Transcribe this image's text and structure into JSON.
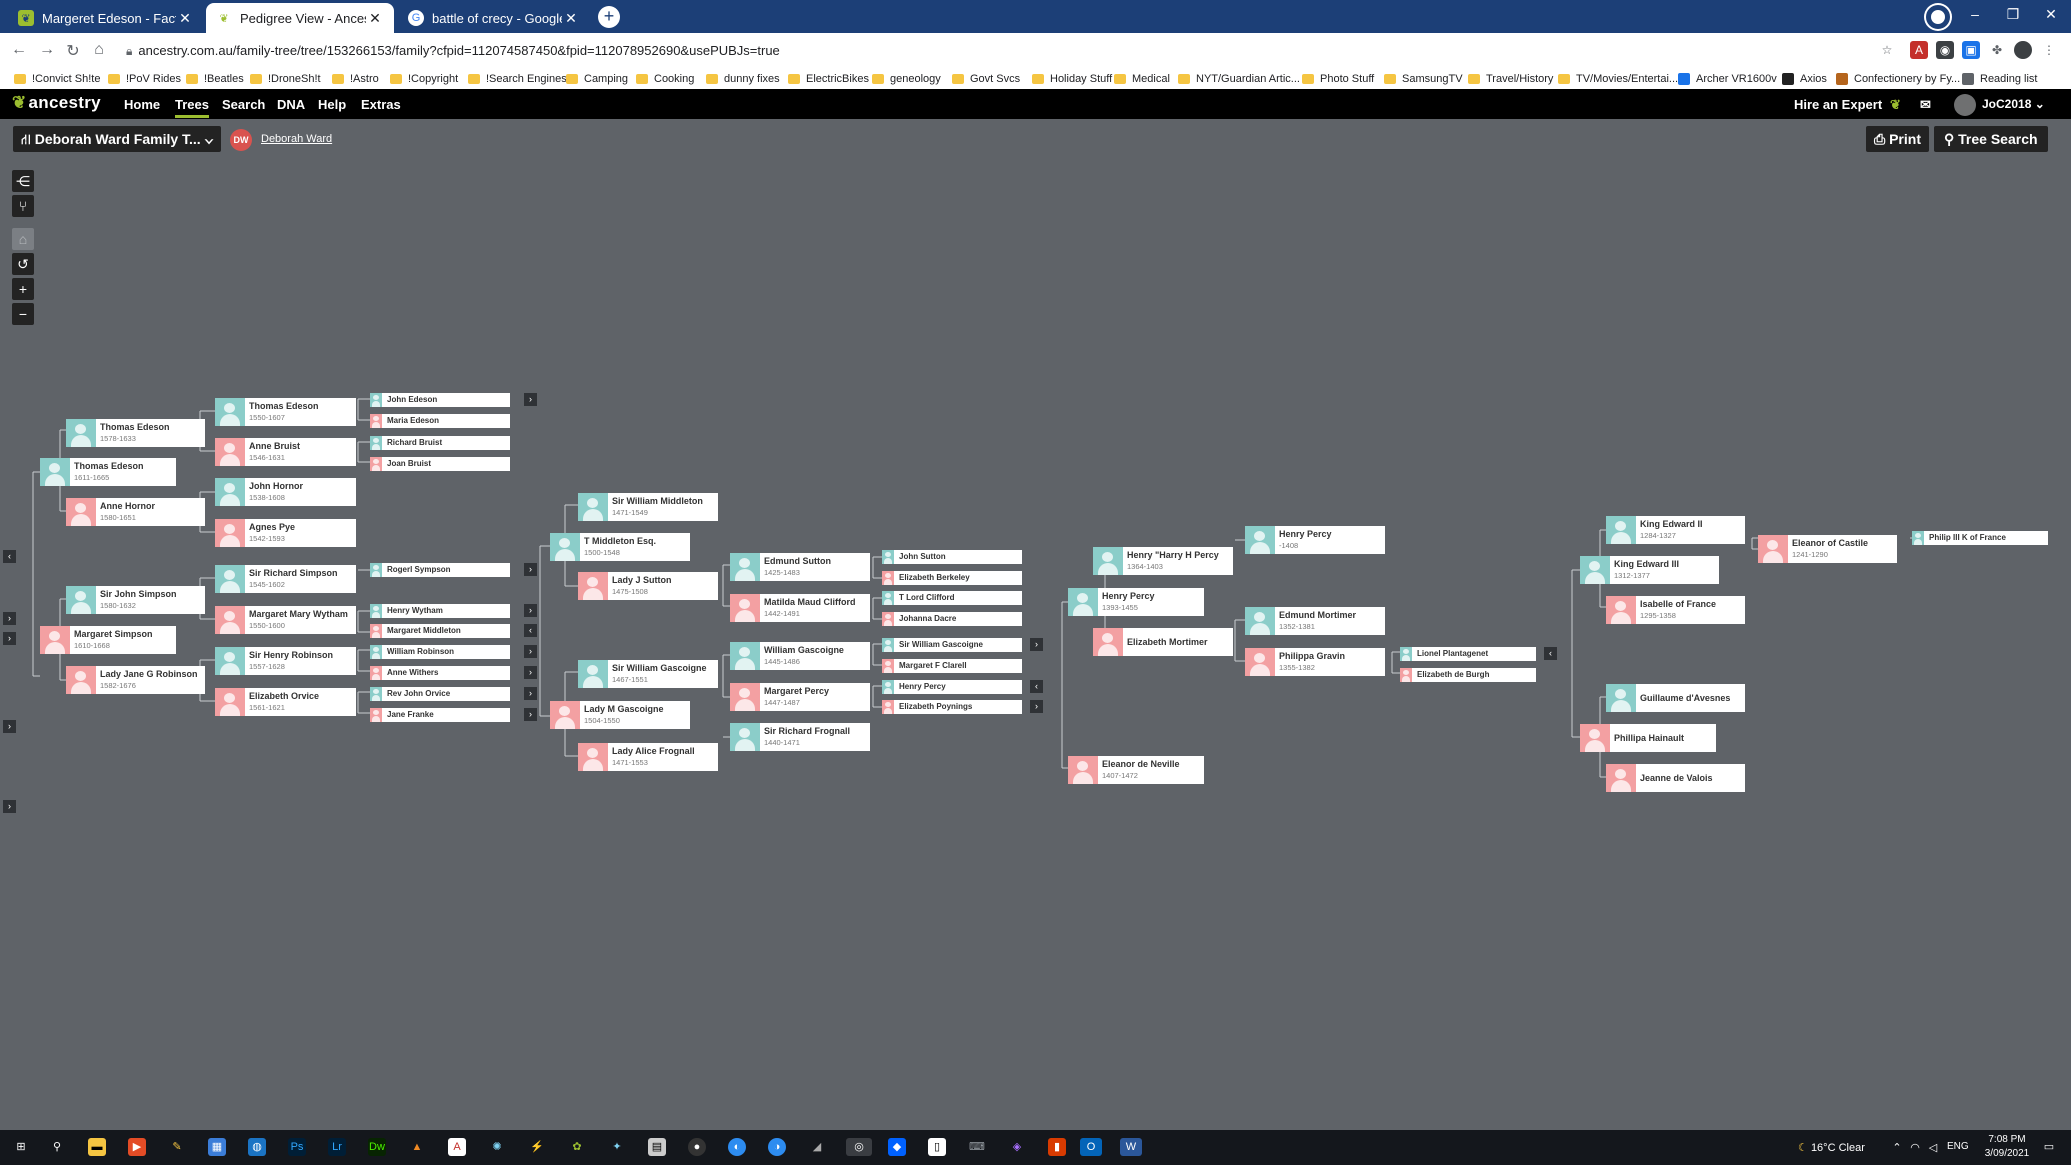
{
  "browser": {
    "tabs": [
      {
        "title": "Margeret Edeson - Facts",
        "active": false
      },
      {
        "title": "Pedigree View - Ancestry.com",
        "active": true
      },
      {
        "title": "battle of crecy - Google Search",
        "active": false
      }
    ],
    "new_tab_label": "+",
    "url": "ancestry.com.au/family-tree/tree/153266153/family?cfpid=112074587450&fpid=112078952690&usePUBJs=true",
    "bookmarks": [
      "!Convict Sh!te",
      "!PoV Rides",
      "!Beatles",
      "!DroneSh!t",
      "!Astro",
      "!Copyright",
      "!Search Engines",
      "Camping",
      "Cooking",
      "dunny fixes",
      "ElectricBikes",
      "geneology",
      "Govt Svcs",
      "Holiday Stuff",
      "Medical",
      "NYT/Guardian Artic...",
      "Photo Stuff",
      "SamsungTV",
      "Travel/History",
      "TV/Movies/Entertai...",
      "Archer VR1600v",
      "Axios",
      "Confectionery by Fy...",
      "Reading list"
    ]
  },
  "ancestry": {
    "logo": "ancestry",
    "nav": [
      "Home",
      "Trees",
      "Search",
      "DNA",
      "Help",
      "Extras"
    ],
    "active_nav": "Trees",
    "hire_expert": "Hire an Expert",
    "username": "JoC2018",
    "tree_name": "Deborah Ward Family T...",
    "home_initials": "DW",
    "home_person": "Deborah Ward",
    "print_label": "Print",
    "tree_search_label": "Tree Search"
  },
  "tree": {
    "people": [
      {
        "name": "Thomas Edeson",
        "dates": "1611-1665",
        "sex": "m"
      },
      {
        "name": "Thomas Edeson",
        "dates": "1578-1633",
        "sex": "m"
      },
      {
        "name": "Anne Hornor",
        "dates": "1580-1651",
        "sex": "f"
      },
      {
        "name": "Thomas Edeson",
        "dates": "1550-1607",
        "sex": "m"
      },
      {
        "name": "Anne Bruist",
        "dates": "1546-1631",
        "sex": "f"
      },
      {
        "name": "John Hornor",
        "dates": "1538-1608",
        "sex": "m"
      },
      {
        "name": "Agnes Pye",
        "dates": "1542-1593",
        "sex": "f"
      },
      {
        "name": "John Edeson",
        "dates": "",
        "sex": "m"
      },
      {
        "name": "Maria Edeson",
        "dates": "",
        "sex": "f"
      },
      {
        "name": "Richard Bruist",
        "dates": "",
        "sex": "m"
      },
      {
        "name": "Joan Bruist",
        "dates": "",
        "sex": "f"
      },
      {
        "name": "Margaret Simpson",
        "dates": "1610-1668",
        "sex": "f"
      },
      {
        "name": "Sir John Simpson",
        "dates": "1580-1632",
        "sex": "m"
      },
      {
        "name": "Lady Jane G Robinson",
        "dates": "1582-1676",
        "sex": "f"
      },
      {
        "name": "Sir Richard Simpson",
        "dates": "1545-1602",
        "sex": "m"
      },
      {
        "name": "Margaret Mary Wytham",
        "dates": "1550-1600",
        "sex": "f"
      },
      {
        "name": "Sir Henry Robinson",
        "dates": "1557-1628",
        "sex": "m"
      },
      {
        "name": "Elizabeth Orvice",
        "dates": "1561-1621",
        "sex": "f"
      },
      {
        "name": "Rogerl Sympson",
        "dates": "",
        "sex": "m"
      },
      {
        "name": "Henry Wytham",
        "dates": "",
        "sex": "m"
      },
      {
        "name": "Margaret Middleton",
        "dates": "",
        "sex": "f"
      },
      {
        "name": "William Robinson",
        "dates": "",
        "sex": "m"
      },
      {
        "name": "Anne Withers",
        "dates": "",
        "sex": "f"
      },
      {
        "name": "Rev John Orvice",
        "dates": "",
        "sex": "m"
      },
      {
        "name": "Jane Franke",
        "dates": "",
        "sex": "f"
      },
      {
        "name": "Sir William Middleton",
        "dates": "1471-1549",
        "sex": "m"
      },
      {
        "name": "T Middleton Esq.",
        "dates": "1500-1548",
        "sex": "m"
      },
      {
        "name": "Lady J Sutton",
        "dates": "1475-1508",
        "sex": "f"
      },
      {
        "name": "Sir William Gascoigne",
        "dates": "1467-1551",
        "sex": "m"
      },
      {
        "name": "Lady M Gascoigne",
        "dates": "1504-1550",
        "sex": "f"
      },
      {
        "name": "Lady Alice Frognall",
        "dates": "1471-1553",
        "sex": "f"
      },
      {
        "name": "Edmund Sutton",
        "dates": "1425-1483",
        "sex": "m"
      },
      {
        "name": "Matilda Maud Clifford",
        "dates": "1442-1491",
        "sex": "f"
      },
      {
        "name": "William Gascoigne",
        "dates": "1445-1486",
        "sex": "m"
      },
      {
        "name": "Margaret Percy",
        "dates": "1447-1487",
        "sex": "f"
      },
      {
        "name": "Sir Richard Frognall",
        "dates": "1440-1471",
        "sex": "m"
      },
      {
        "name": "John Sutton",
        "dates": "",
        "sex": "m"
      },
      {
        "name": "Elizabeth Berkeley",
        "dates": "",
        "sex": "f"
      },
      {
        "name": "T Lord Clifford",
        "dates": "",
        "sex": "m"
      },
      {
        "name": "Johanna Dacre",
        "dates": "",
        "sex": "f"
      },
      {
        "name": "Sir William Gascoigne",
        "dates": "",
        "sex": "m"
      },
      {
        "name": "Margaret F Clarell",
        "dates": "",
        "sex": "f"
      },
      {
        "name": "Henry Percy",
        "dates": "",
        "sex": "m"
      },
      {
        "name": "Elizabeth Poynings",
        "dates": "",
        "sex": "f"
      },
      {
        "name": "Henry \"Harry H Percy",
        "dates": "1364-1403",
        "sex": "m"
      },
      {
        "name": "Henry Percy",
        "dates": "1393-1455",
        "sex": "m"
      },
      {
        "name": "Elizabeth Mortimer",
        "dates": "",
        "sex": "f"
      },
      {
        "name": "Eleanor de Neville",
        "dates": "1407-1472",
        "sex": "f"
      },
      {
        "name": "Henry Percy",
        "dates": "-1408",
        "sex": "m"
      },
      {
        "name": "Edmund Mortimer",
        "dates": "1352-1381",
        "sex": "m"
      },
      {
        "name": "Philippa Gravin",
        "dates": "1355-1382",
        "sex": "f"
      },
      {
        "name": "Lionel Plantagenet",
        "dates": "",
        "sex": "m"
      },
      {
        "name": "Elizabeth de Burgh",
        "dates": "",
        "sex": "f"
      },
      {
        "name": "King Edward II",
        "dates": "1284-1327",
        "sex": "m"
      },
      {
        "name": "King Edward III",
        "dates": "1312-1377",
        "sex": "m"
      },
      {
        "name": "Isabelle of France",
        "dates": "1295-1358",
        "sex": "f"
      },
      {
        "name": "Eleanor of Castile",
        "dates": "1241-1290",
        "sex": "f"
      },
      {
        "name": "Philip III K of France",
        "dates": "",
        "sex": "m"
      },
      {
        "name": "Guillaume d'Avesnes",
        "dates": "",
        "sex": "m"
      },
      {
        "name": "Phillipa Hainault",
        "dates": "",
        "sex": "f"
      },
      {
        "name": "Jeanne de Valois",
        "dates": "",
        "sex": "f"
      }
    ]
  },
  "taskbar": {
    "weather": "16°C  Clear",
    "lang": "ENG",
    "time": "7:08 PM",
    "date": "3/09/2021"
  },
  "colors": {
    "male": "#8bcdc9",
    "female": "#f3a0a2",
    "canvas": "#5f6368",
    "accent": "#9cbe30"
  }
}
